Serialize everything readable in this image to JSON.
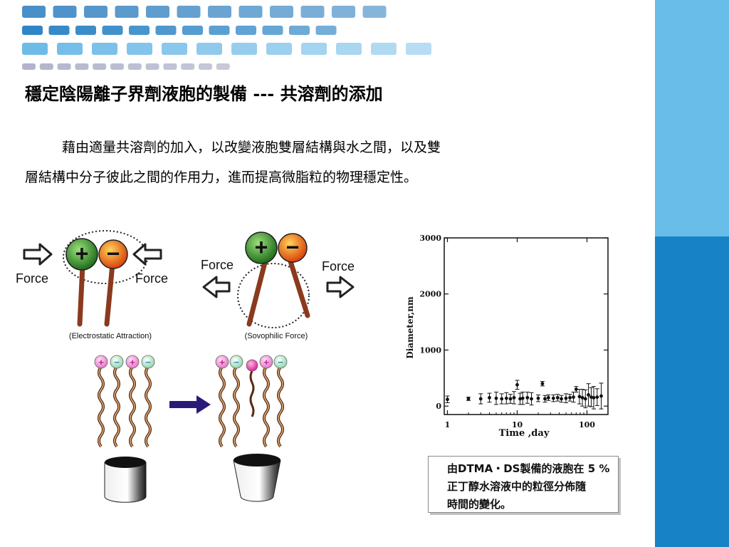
{
  "slide": {
    "title": "穩定陰陽離子界劑液胞的製備 --- 共溶劑的添加",
    "paragraph_line1": "藉由適量共溶劑的加入，以改變液胞雙層結構與水之間，以及雙",
    "paragraph_line2": "層結構中分子彼此之間的作用力，進而提高微脂粒的物理穩定性。",
    "caption_line1": "由DTMA・DS製備的液胞在 5 %",
    "caption_line2": "正丁醇水溶液中的粒徑分佈隨",
    "caption_line3": "時間的變化。"
  },
  "colors": {
    "sidebar_light": "#69bde9",
    "sidebar_dark": "#1782c6",
    "deco_row1": "#4a90c8",
    "deco_row2": "#2f86c6",
    "deco_row3": "#6fbbe8",
    "deco_row4": "#b3b3cc"
  },
  "illustration": {
    "force_left": "Force",
    "force_right": "Force",
    "force_left_2": "Force",
    "force_right_2": "Force",
    "label_left": "(Electrostatic Attraction)",
    "label_right": "(Sovophilic Force)",
    "plus_symbol": "+",
    "minus_symbol": "−",
    "arrow_icon": "transform-arrow-icon"
  },
  "chart_data": {
    "type": "scatter",
    "title": "",
    "xlabel": "Time ,day",
    "ylabel": "Diameter,nm",
    "x_scale": "log",
    "xlim": [
      0.9,
      200
    ],
    "ylim": [
      -150,
      3000
    ],
    "x_ticks": [
      1,
      10,
      100
    ],
    "x_tick_labels": [
      "1",
      "10",
      "100"
    ],
    "y_ticks": [
      0,
      1000,
      2000,
      3000
    ],
    "y_tick_labels": [
      "0",
      "1000",
      "2000",
      "3000"
    ],
    "grid": false,
    "legend": "none",
    "points": [
      {
        "x": 1,
        "y": 120,
        "err": 60
      },
      {
        "x": 2,
        "y": 130,
        "err": 30
      },
      {
        "x": 3,
        "y": 130,
        "err": 90
      },
      {
        "x": 4,
        "y": 150,
        "err": 80
      },
      {
        "x": 5,
        "y": 140,
        "err": 110
      },
      {
        "x": 6,
        "y": 130,
        "err": 90
      },
      {
        "x": 7,
        "y": 140,
        "err": 100
      },
      {
        "x": 8,
        "y": 130,
        "err": 80
      },
      {
        "x": 9,
        "y": 150,
        "err": 110
      },
      {
        "x": 10,
        "y": 380,
        "err": 80
      },
      {
        "x": 11,
        "y": 130,
        "err": 100
      },
      {
        "x": 12,
        "y": 140,
        "err": 110
      },
      {
        "x": 14,
        "y": 150,
        "err": 100
      },
      {
        "x": 16,
        "y": 130,
        "err": 110
      },
      {
        "x": 20,
        "y": 140,
        "err": 60
      },
      {
        "x": 23,
        "y": 400,
        "err": 40
      },
      {
        "x": 25,
        "y": 130,
        "err": 60
      },
      {
        "x": 28,
        "y": 150,
        "err": 50
      },
      {
        "x": 33,
        "y": 140,
        "err": 60
      },
      {
        "x": 38,
        "y": 150,
        "err": 60
      },
      {
        "x": 43,
        "y": 130,
        "err": 60
      },
      {
        "x": 50,
        "y": 140,
        "err": 80
      },
      {
        "x": 57,
        "y": 150,
        "err": 60
      },
      {
        "x": 64,
        "y": 160,
        "err": 90
      },
      {
        "x": 70,
        "y": 300,
        "err": 50
      },
      {
        "x": 78,
        "y": 170,
        "err": 130
      },
      {
        "x": 86,
        "y": 150,
        "err": 150
      },
      {
        "x": 95,
        "y": 130,
        "err": 160
      },
      {
        "x": 105,
        "y": 200,
        "err": 200
      },
      {
        "x": 115,
        "y": 160,
        "err": 170
      },
      {
        "x": 125,
        "y": 150,
        "err": 200
      },
      {
        "x": 140,
        "y": 160,
        "err": 150
      },
      {
        "x": 160,
        "y": 180,
        "err": 230
      }
    ]
  }
}
